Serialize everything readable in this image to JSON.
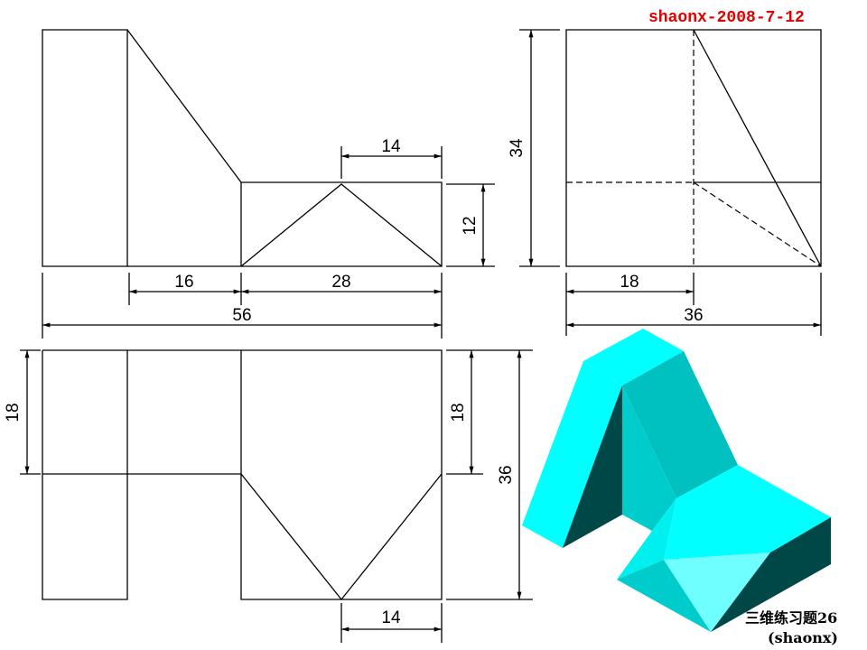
{
  "header": {
    "title": "shaonx-2008-7-12"
  },
  "front_view": {
    "dims": {
      "d14": "14",
      "d12": "12",
      "d16": "16",
      "d28": "28",
      "d56": "56"
    }
  },
  "side_view": {
    "dims": {
      "d34": "34",
      "d18": "18",
      "d36": "36"
    }
  },
  "top_view": {
    "dims": {
      "d18_left": "18",
      "d18_right": "18",
      "d36": "36",
      "d14": "14"
    }
  },
  "caption": {
    "line1": "三维练习题26",
    "line2": "(shaonx)"
  },
  "colors": {
    "face_bright": "#00ffff",
    "face_mid": "#00c8c8",
    "face_light": "#70ffff",
    "face_dark": "#004848",
    "title": "#e00000"
  }
}
